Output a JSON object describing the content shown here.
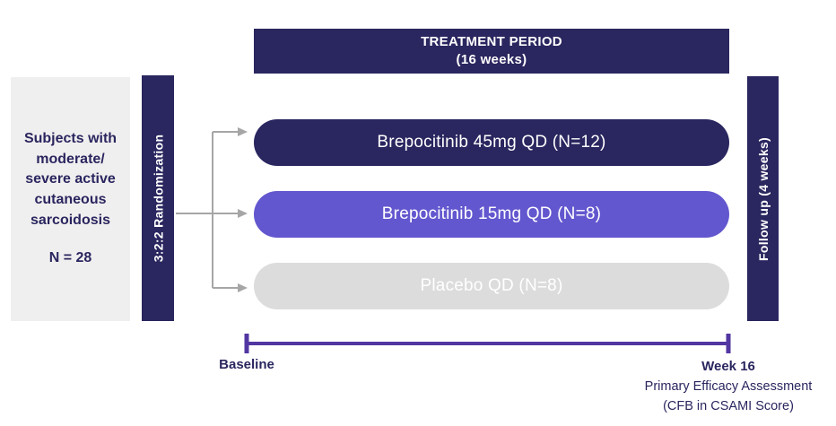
{
  "colors": {
    "navy": "#2a265f",
    "purple": "#6357cf",
    "placebo_gray": "#dcdcdc",
    "population_box_gray": "#f0efef",
    "arrow_gray": "#a6a6a6",
    "timeline_purple": "#5236a2",
    "text_white": "#ffffff"
  },
  "header": {
    "title": "TREATMENT PERIOD",
    "subtitle": "(16 weeks)"
  },
  "population_box": {
    "description": "Subjects with\nmoderate/\nsevere active\ncutaneous\nsarcoidosis",
    "n": "N = 28"
  },
  "randomization_bar": {
    "label": "3:2:2 Randomization"
  },
  "followup_bar": {
    "label": "Follow up (4 weeks)"
  },
  "arms": [
    {
      "label": "Brepocitinib 45mg QD (N=12)",
      "color": "#2a265f",
      "text_color": "#ffffff"
    },
    {
      "label": "Brepocitinib 15mg QD (N=8)",
      "color": "#6357cf",
      "text_color": "#ffffff"
    },
    {
      "label": "Placebo QD (N=8)",
      "color": "#dcdcdc",
      "text_color": "#ffffff"
    }
  ],
  "timeline": {
    "start_label": "Baseline",
    "end_label": "Week 16",
    "end_sublabel_1": "Primary Efficacy Assessment",
    "end_sublabel_2": "(CFB in CSAMI Score)"
  }
}
